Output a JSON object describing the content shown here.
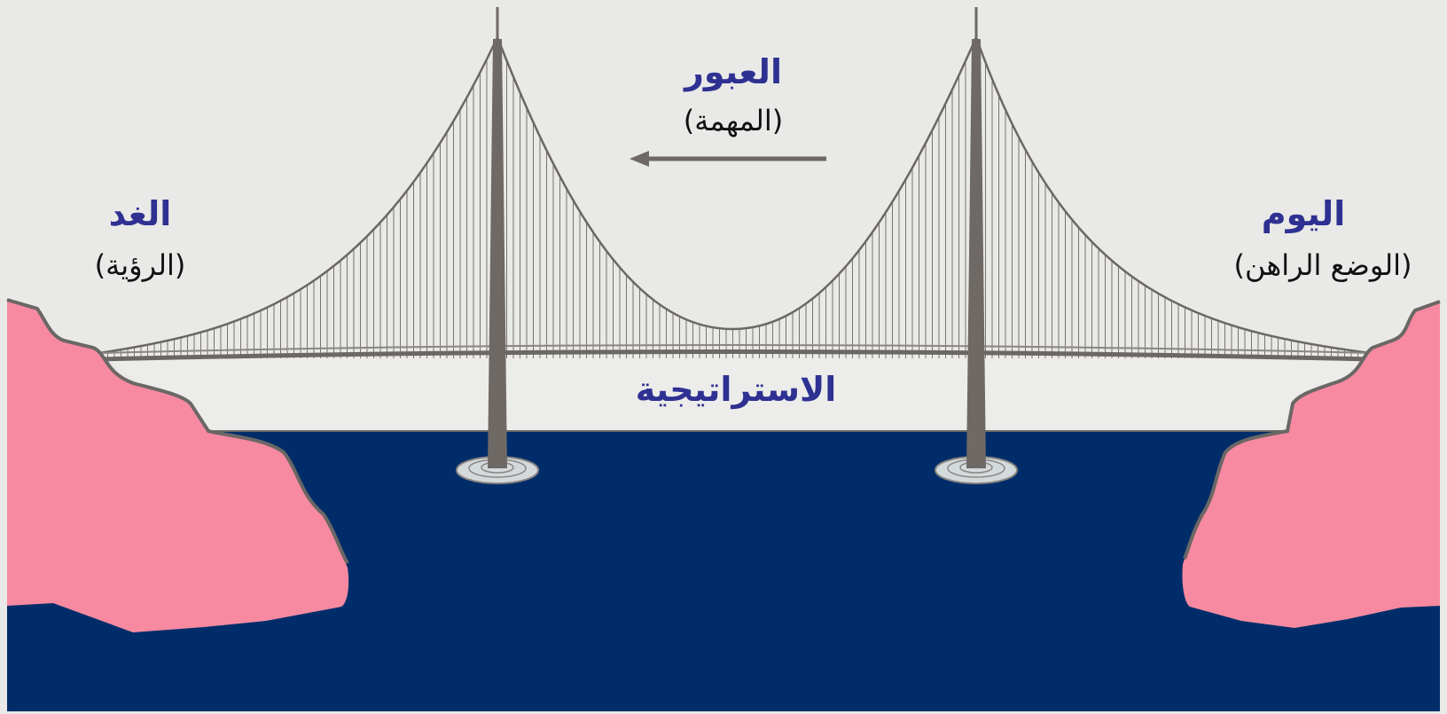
{
  "labels": {
    "today": {
      "title": "اليوم",
      "subtitle": "(الوضع الراهن)"
    },
    "tomorrow": {
      "title": "الغد",
      "subtitle": "(الرؤية)"
    },
    "crossing": {
      "title": "العبور",
      "subtitle": "(المهمة)"
    },
    "deck": {
      "title": "الاستراتيجية"
    }
  },
  "colors": {
    "background": "#e9e9e7",
    "water": "#002d6a",
    "cliff": "#f78aa0",
    "cliff_outline": "#6b6766",
    "tower": "#6f6966",
    "cable": "#6b6766",
    "title_text": "#2e3192",
    "subtitle_text": "#111111"
  },
  "icons": {
    "arrow": "left-arrow-icon"
  }
}
